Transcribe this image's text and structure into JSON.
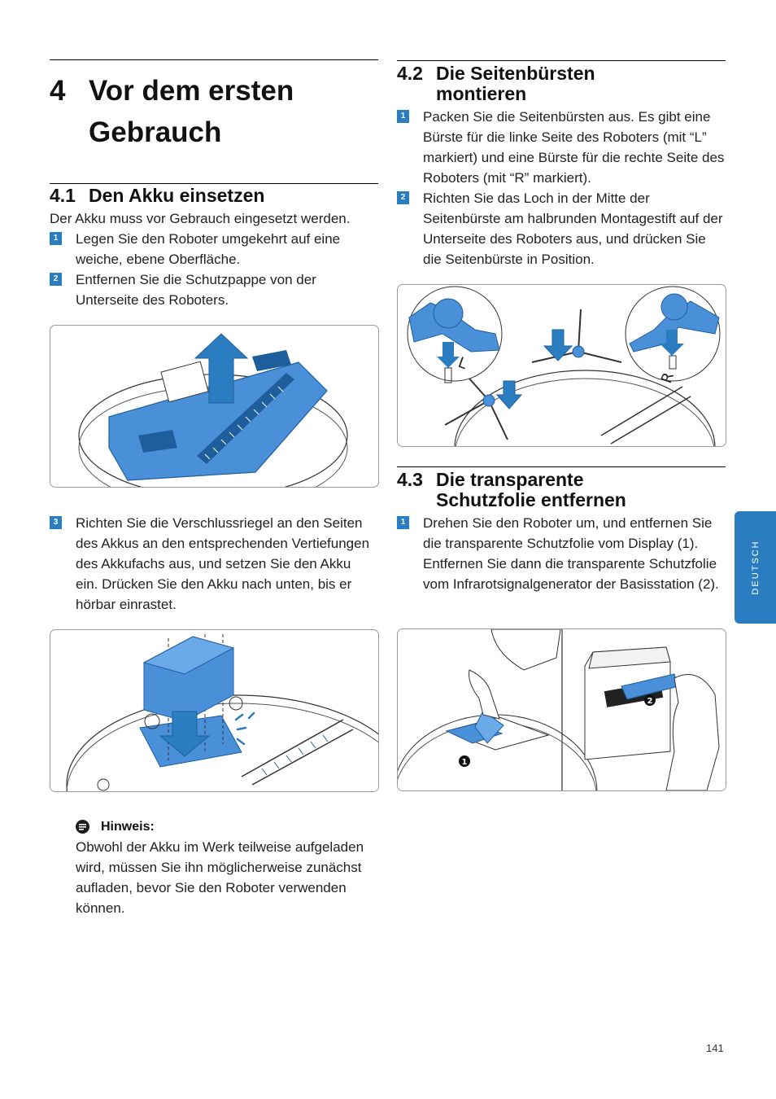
{
  "chapter": {
    "number": "4",
    "title": "Vor dem ersten Gebrauch"
  },
  "section_4_1": {
    "number": "4.1",
    "title": "Den Akku einsetzen",
    "intro": "Der Akku muss vor Gebrauch eingesetzt werden.",
    "steps": [
      {
        "n": "1",
        "text": "Legen Sie den Roboter umgekehrt auf eine weiche, ebene Oberfläche."
      },
      {
        "n": "2",
        "text": "Entfernen Sie die Schutzpappe von der Unterseite des Roboters."
      },
      {
        "n": "3",
        "text": "Richten Sie die Verschlussriegel an den Seiten des Akkus an den entsprechenden Vertiefungen des Akkufachs aus, und setzen Sie den Akku ein. Drücken Sie den Akku nach unten, bis er hörbar einrastet."
      }
    ]
  },
  "note": {
    "title": "Hinweis:",
    "text": "Obwohl der Akku im Werk teilweise aufgeladen wird, müssen Sie ihn möglicherweise zunächst aufladen, bevor Sie den Roboter verwenden können."
  },
  "section_4_2": {
    "number": "4.2",
    "title": "Die Seitenbürsten montieren",
    "steps": [
      {
        "n": "1",
        "text": "Packen Sie die Seitenbürsten aus. Es gibt eine Bürste für die linke Seite des Roboters (mit “L” markiert) und eine Bürste für die rechte Seite des Roboters (mit “R” markiert)."
      },
      {
        "n": "2",
        "text": "Richten Sie das Loch in der Mitte der Seitenbürste am halbrunden Montagestift auf der Unterseite des Roboters aus, und drücken Sie die Seitenbürste in Position."
      }
    ],
    "figure_labels": [
      "L",
      "R"
    ]
  },
  "section_4_3": {
    "number": "4.3",
    "title": "Die transparente Schutzfolie entfernen",
    "steps": [
      {
        "n": "1",
        "text": "Drehen Sie den Roboter um, und entfernen Sie die transparente Schutzfolie vom Display (1). Entfernen Sie dann die transparente Schutzfolie vom Infrarotsignalgenerator der Basisstation (2)."
      }
    ],
    "figure_labels": [
      "1",
      "2"
    ]
  },
  "side_tab": "DEUTSCH",
  "page_number": "141",
  "colors": {
    "accent": "#2a7dc0",
    "illustration_blue": "#4a90d9",
    "illustration_dark": "#1f5e9c"
  }
}
